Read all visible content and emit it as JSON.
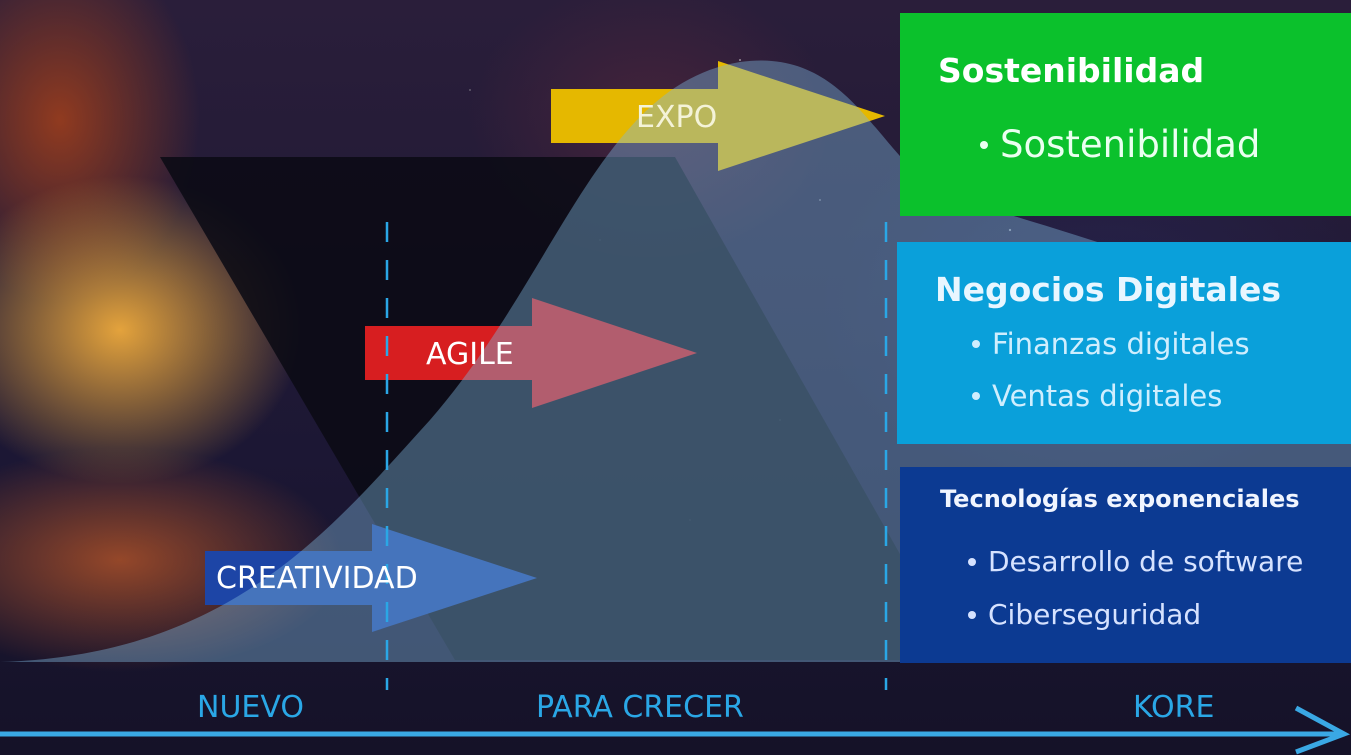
{
  "arrows": [
    {
      "label": "EXPO",
      "color": "#e5b800"
    },
    {
      "label": "AGILE",
      "color": "#d71e20"
    },
    {
      "label": "CREATIVIDAD",
      "color": "#1d45a6"
    }
  ],
  "panels": {
    "sostenibilidad": {
      "title": "Sostenibilidad",
      "color": "#0bc12c",
      "items": [
        "Sostenibilidad"
      ]
    },
    "negocios": {
      "title": "Negocios Digitales",
      "color": "#0aa0da",
      "items": [
        "Finanzas digitales",
        "Ventas digitales"
      ]
    },
    "tecnologias": {
      "title": "Tecnologías exponenciales",
      "color": "#0c3a92",
      "items": [
        "Desarrollo de software",
        "Ciberseguridad"
      ]
    }
  },
  "axis": {
    "stages": [
      "NUEVO",
      "PARA CRECER",
      "KORE"
    ],
    "color": "#2aa7e6"
  }
}
